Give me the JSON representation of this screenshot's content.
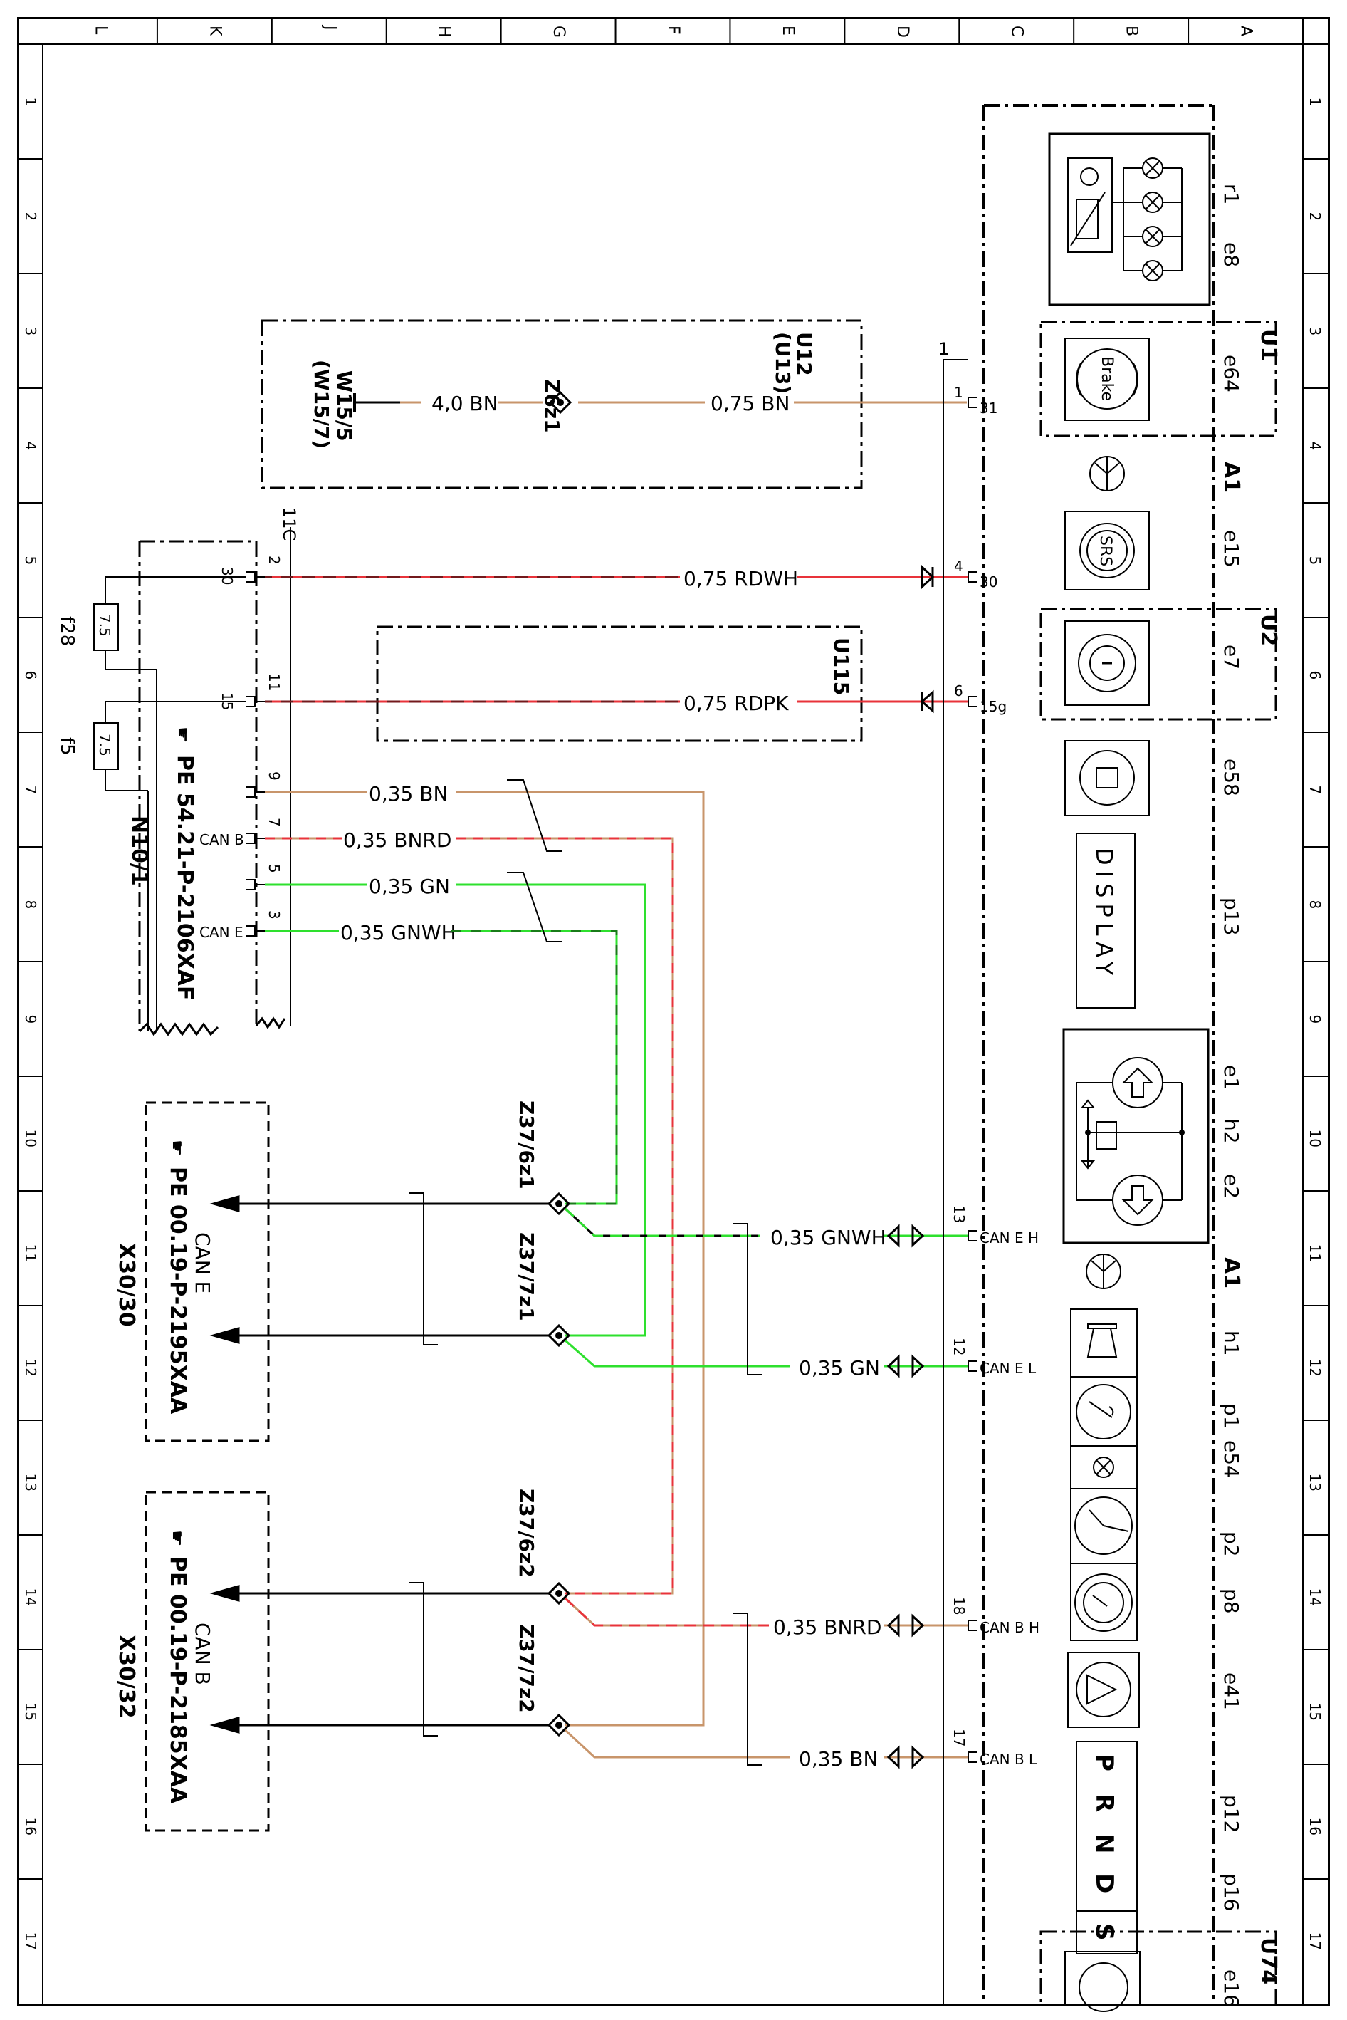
{
  "frame": {
    "cols": [
      "L",
      "K",
      "J",
      "H",
      "G",
      "F",
      "E",
      "D",
      "C",
      "B",
      "A"
    ],
    "rows": [
      "1",
      "2",
      "3",
      "4",
      "5",
      "6",
      "7",
      "8",
      "9",
      "10",
      "11",
      "12",
      "13",
      "14",
      "15",
      "16",
      "17"
    ]
  },
  "instrument_cluster": {
    "ref_r1": "r1",
    "ref_e8": "e8",
    "ref_u1": "U1",
    "ref_e64": "e64",
    "brake_text": "Brake",
    "ref_a1_top": "A1",
    "ref_e15": "e15",
    "srs_text": "SRS",
    "ref_u2": "U2",
    "ref_e7": "e7",
    "ref_e58": "e58",
    "display_text": "DISPLAY",
    "ref_p13": "p13",
    "ref_e1": "e1",
    "ref_h2": "h2",
    "ref_e2": "e2",
    "ref_a1_bottom": "A1",
    "ref_h1": "h1",
    "ref_p1": "p1",
    "ref_e54": "e54",
    "ref_p2": "p2",
    "ref_p8": "p8",
    "ref_e41": "e41",
    "ref_p12": "p12",
    "prnd": [
      "P",
      "R",
      "N",
      "D"
    ],
    "ref_p16": "p16",
    "s_text": "S",
    "ref_u74": "U74",
    "ref_e16": "e16",
    "pins": {
      "p1_num": "1",
      "p1_name": "31",
      "p4_num": "4",
      "p4_name": "30",
      "p6_num": "6",
      "p6_name": "15g",
      "p13_num": "13",
      "p13_name": "CAN E H",
      "p12_num": "12",
      "p12_name": "CAN E L",
      "p18_num": "18",
      "p18_name": "CAN B H",
      "p17_num": "17",
      "p17_name": "CAN B L"
    },
    "conn_label": "1"
  },
  "sam_module": {
    "name": "N10/1",
    "doc_ref": "PE 54.21-P-2106XAF",
    "connector": "11C",
    "fuse_f28": "f28",
    "fuse_f28_val": "7.5",
    "fuse_f5": "f5",
    "fuse_f5_val": "7.5",
    "pin_30": "30",
    "pin_15": "15",
    "pin_2": "2",
    "pin_11": "11",
    "pin_9": "9",
    "pin_7": "7",
    "pin_5": "5",
    "pin_3": "3",
    "can_b": "CAN B",
    "can_e": "CAN E"
  },
  "ground": {
    "w_ref": "W15/5",
    "w_ref_alt": "(W15/7)",
    "box_ref": "U12",
    "box_ref_alt": "(U13)",
    "splice": "Z6z1",
    "wire_4": "4,0 BN",
    "wire_075": "0,75 BN"
  },
  "u115": "U115",
  "wires": {
    "rdwh": "0,75 RDWH",
    "rdpk": "0,75 RDPK",
    "bn": "0,35 BN",
    "bnrd": "0,35 BNRD",
    "gn": "0,35 GN",
    "gnwh": "0,35 GNWH"
  },
  "splices": {
    "z37_6z1": "Z37/6z1",
    "z37_7z1": "Z37/7z1",
    "z37_6z2": "Z37/6z2",
    "z37_7z2": "Z37/7z2"
  },
  "can_e_box": {
    "label": "CAN E",
    "doc_ref": "PE 00.19-P-2195XAA",
    "connector": "X30/30"
  },
  "can_b_box": {
    "label": "CAN B",
    "doc_ref": "PE 00.19-P-2185XAA",
    "connector": "X30/32"
  },
  "colors": {
    "bn": "#c8956b",
    "red": "#e8333a",
    "green": "#2ee02e",
    "black": "#000000"
  }
}
